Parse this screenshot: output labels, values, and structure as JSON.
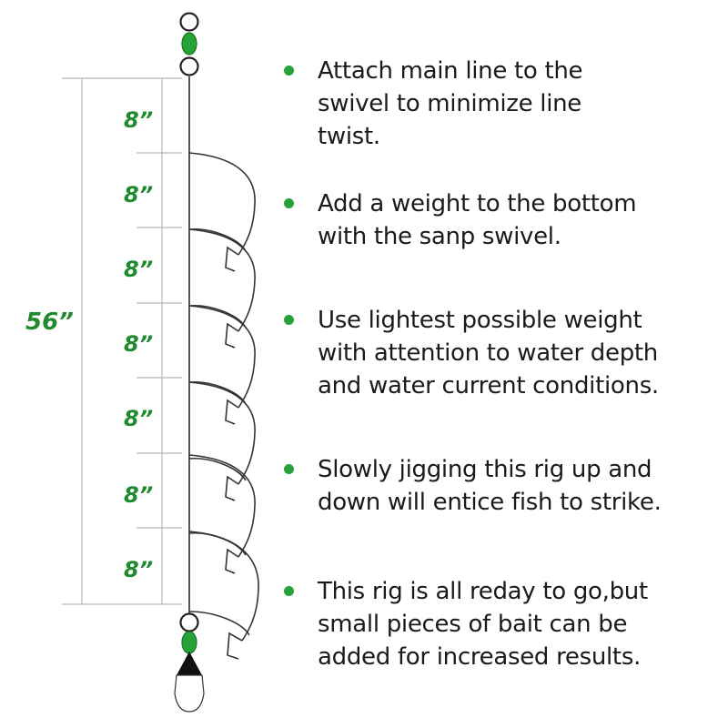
{
  "diagram": {
    "total_length_label": "56”",
    "segment_labels": [
      "8”",
      "8”",
      "8”",
      "8”",
      "8”",
      "8”",
      "8”"
    ],
    "label_color": "#1f8a2e",
    "bead_color": "#27a23a",
    "sinker_color": "#111111",
    "parts": [
      "swivel-top",
      "main-line",
      "dropper-hooks",
      "snap-swivel-bottom",
      "sinker"
    ]
  },
  "tips": [
    {
      "text": "Attach main line to the\nswivel to minimize line\ntwist."
    },
    {
      "text": "Add a weight to the bottom\nwith the sanp swivel."
    },
    {
      "text": "Use lightest possible weight\nwith attention to water depth\nand water current conditions."
    },
    {
      "text": "Slowly jigging this rig up and\ndown will entice fish to  strike."
    },
    {
      "text": "This rig is all reday to go,but\nsmall pieces of bait can be\nadded for increased results."
    }
  ]
}
